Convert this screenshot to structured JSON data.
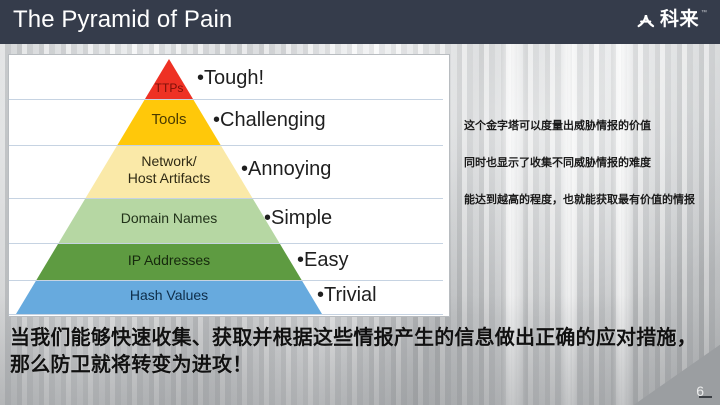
{
  "header": {
    "title": "The Pyramid of Pain",
    "logo_text": "科来",
    "logo_mark": "kelai-logo-icon",
    "logo_tm": "™",
    "bar_color": "#353c4b"
  },
  "pyramid": {
    "tiers": [
      {
        "label": "TTPs",
        "color": "#ee3124",
        "text_color": "#7b1008",
        "difficulty": "Tough!",
        "bullet": "•"
      },
      {
        "label": "Tools",
        "color": "#ffc80a",
        "text_color": "#4a3a00",
        "difficulty": "Challenging",
        "bullet": "•"
      },
      {
        "label": "Network/\nHost Artifacts",
        "color": "#fae9a8",
        "text_color": "#2f2a14",
        "difficulty": "Annoying",
        "bullet": "•"
      },
      {
        "label": "Domain Names",
        "color": "#b6d7a3",
        "text_color": "#22331a",
        "difficulty": "Simple",
        "bullet": "•"
      },
      {
        "label": "IP Addresses",
        "color": "#5e9b41",
        "text_color": "#16290d",
        "difficulty": "Easy",
        "bullet": "•"
      },
      {
        "label": "Hash Values",
        "color": "#67aade",
        "text_color": "#0e2d49",
        "difficulty": "Trivial",
        "bullet": "•"
      }
    ],
    "separator_color": "#c6d3e2",
    "panel_bg": "#ffffff"
  },
  "notes": [
    "这个金字塔可以度量出威胁情报的价值",
    "同时也显示了收集不同威胁情报的难度",
    "能达到越高的程度，也就能获取最有价值的情报"
  ],
  "caption": "当我们能够快速收集、获取并根据这些情报产生的信息做出正确的应对措施，那么防卫就将转变为进攻！",
  "footer": {
    "page_number": "6"
  }
}
